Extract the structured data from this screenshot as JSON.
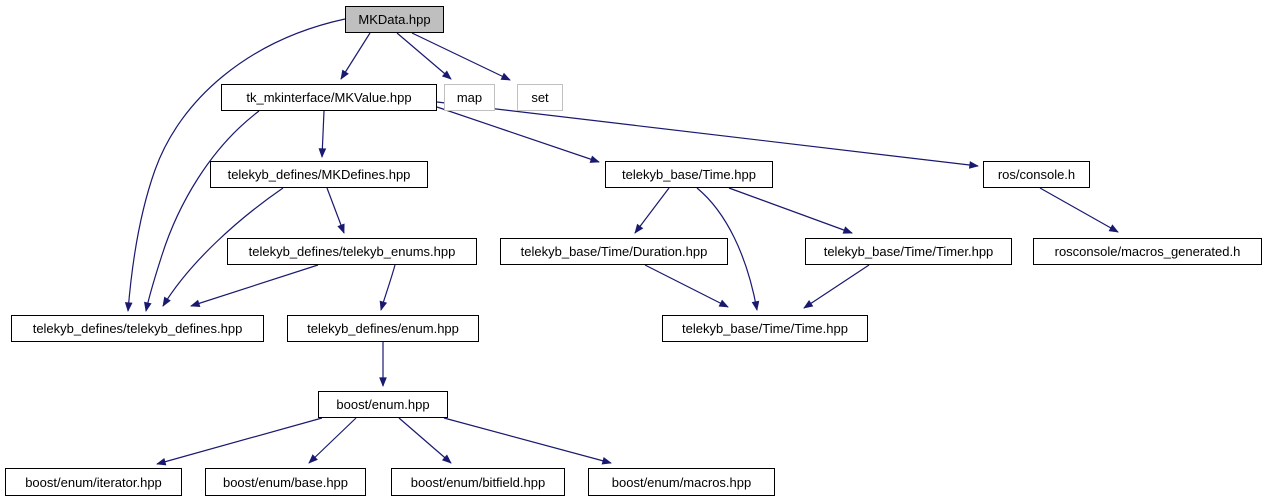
{
  "colors": {
    "edge": "#191970",
    "node_border": "#000000",
    "node_fill": "#ffffff",
    "main_node_fill": "#bfbfbf",
    "external_node_border": "#c0c0c0",
    "text": "#000000",
    "background": "#ffffff"
  },
  "graph": {
    "type": "include-dependency-graph",
    "root": "MKData.hpp"
  },
  "nodes": [
    {
      "id": "mkdata-hpp",
      "label": "MKData.hpp",
      "kind": "main"
    },
    {
      "id": "mkvalue-hpp",
      "label": "tk_mkinterface/MKValue.hpp",
      "kind": "linked"
    },
    {
      "id": "map",
      "label": "map",
      "kind": "external"
    },
    {
      "id": "set",
      "label": "set",
      "kind": "external"
    },
    {
      "id": "mkdefines-hpp",
      "label": "telekyb_defines/MKDefines.hpp",
      "kind": "linked"
    },
    {
      "id": "time-hpp",
      "label": "telekyb_base/Time.hpp",
      "kind": "linked"
    },
    {
      "id": "ros-console-h",
      "label": "ros/console.h",
      "kind": "linked"
    },
    {
      "id": "telekyb-enums-hpp",
      "label": "telekyb_defines/telekyb_enums.hpp",
      "kind": "linked"
    },
    {
      "id": "duration-hpp",
      "label": "telekyb_base/Time/Duration.hpp",
      "kind": "linked"
    },
    {
      "id": "timer-hpp",
      "label": "telekyb_base/Time/Timer.hpp",
      "kind": "linked"
    },
    {
      "id": "macros-generated-h",
      "label": "rosconsole/macros_generated.h",
      "kind": "linked"
    },
    {
      "id": "telekyb-defines-hpp",
      "label": "telekyb_defines/telekyb_defines.hpp",
      "kind": "linked"
    },
    {
      "id": "enum-hpp",
      "label": "telekyb_defines/enum.hpp",
      "kind": "linked"
    },
    {
      "id": "time-time-hpp",
      "label": "telekyb_base/Time/Time.hpp",
      "kind": "linked"
    },
    {
      "id": "boost-enum-hpp",
      "label": "boost/enum.hpp",
      "kind": "linked"
    },
    {
      "id": "boost-enum-iterator-hpp",
      "label": "boost/enum/iterator.hpp",
      "kind": "linked"
    },
    {
      "id": "boost-enum-base-hpp",
      "label": "boost/enum/base.hpp",
      "kind": "linked"
    },
    {
      "id": "boost-enum-bitfield-hpp",
      "label": "boost/enum/bitfield.hpp",
      "kind": "linked"
    },
    {
      "id": "boost-enum-macros-hpp",
      "label": "boost/enum/macros.hpp",
      "kind": "linked"
    }
  ],
  "edges": [
    {
      "from": "mkdata-hpp",
      "to": "mkvalue-hpp"
    },
    {
      "from": "mkdata-hpp",
      "to": "map"
    },
    {
      "from": "mkdata-hpp",
      "to": "set"
    },
    {
      "from": "mkdata-hpp",
      "to": "telekyb-defines-hpp"
    },
    {
      "from": "mkvalue-hpp",
      "to": "mkdefines-hpp"
    },
    {
      "from": "mkvalue-hpp",
      "to": "time-hpp"
    },
    {
      "from": "mkvalue-hpp",
      "to": "ros-console-h"
    },
    {
      "from": "mkvalue-hpp",
      "to": "telekyb-defines-hpp"
    },
    {
      "from": "mkdefines-hpp",
      "to": "telekyb-enums-hpp"
    },
    {
      "from": "mkdefines-hpp",
      "to": "telekyb-defines-hpp"
    },
    {
      "from": "telekyb-enums-hpp",
      "to": "telekyb-defines-hpp"
    },
    {
      "from": "telekyb-enums-hpp",
      "to": "enum-hpp"
    },
    {
      "from": "enum-hpp",
      "to": "boost-enum-hpp"
    },
    {
      "from": "boost-enum-hpp",
      "to": "boost-enum-iterator-hpp"
    },
    {
      "from": "boost-enum-hpp",
      "to": "boost-enum-base-hpp"
    },
    {
      "from": "boost-enum-hpp",
      "to": "boost-enum-bitfield-hpp"
    },
    {
      "from": "boost-enum-hpp",
      "to": "boost-enum-macros-hpp"
    },
    {
      "from": "time-hpp",
      "to": "duration-hpp"
    },
    {
      "from": "time-hpp",
      "to": "timer-hpp"
    },
    {
      "from": "time-hpp",
      "to": "time-time-hpp"
    },
    {
      "from": "duration-hpp",
      "to": "time-time-hpp"
    },
    {
      "from": "timer-hpp",
      "to": "time-time-hpp"
    },
    {
      "from": "ros-console-h",
      "to": "macros-generated-h"
    }
  ]
}
